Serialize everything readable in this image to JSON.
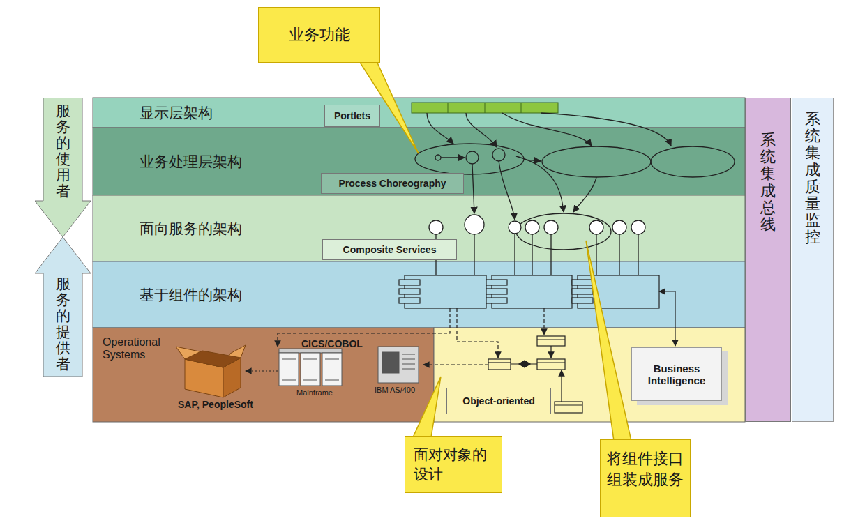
{
  "diagram": {
    "nodes": [
      {
        "text": [
          "服务的使用者"
        ]
      },
      {
        "text": [
          "服务的提供者"
        ]
      },
      {
        "text": [
          "显示层架构"
        ]
      },
      {
        "text": [
          "Portlets"
        ],
        "in": 2
      },
      {
        "text": [
          "业务处理层架构"
        ]
      },
      {
        "text": [
          "Process Choreography"
        ],
        "in": 4
      },
      {
        "text": [
          "面向服务的架构"
        ]
      },
      {
        "text": [
          "Composite Services"
        ],
        "in": 6
      },
      {
        "text": [
          "基于组件的架构"
        ]
      },
      {
        "text": [
          "Operational Systems"
        ]
      },
      {
        "text": [
          "Object-oriented"
        ]
      },
      {
        "text": [
          "Business Intelligence"
        ]
      },
      {
        "text": [
          "系统集成总线"
        ]
      },
      {
        "text": [
          "系统集成质量监控"
        ]
      },
      {
        "text": [
          "业务功能"
        ]
      },
      {
        "text": [
          "面对对象的设计"
        ]
      },
      {
        "text": [
          "将组件接口组装成服务"
        ]
      }
    ],
    "labels": [
      "SAP, PeopleSoft",
      "CICS/COBOL",
      "Mainframe",
      "IBM AS/400"
    ]
  }
}
